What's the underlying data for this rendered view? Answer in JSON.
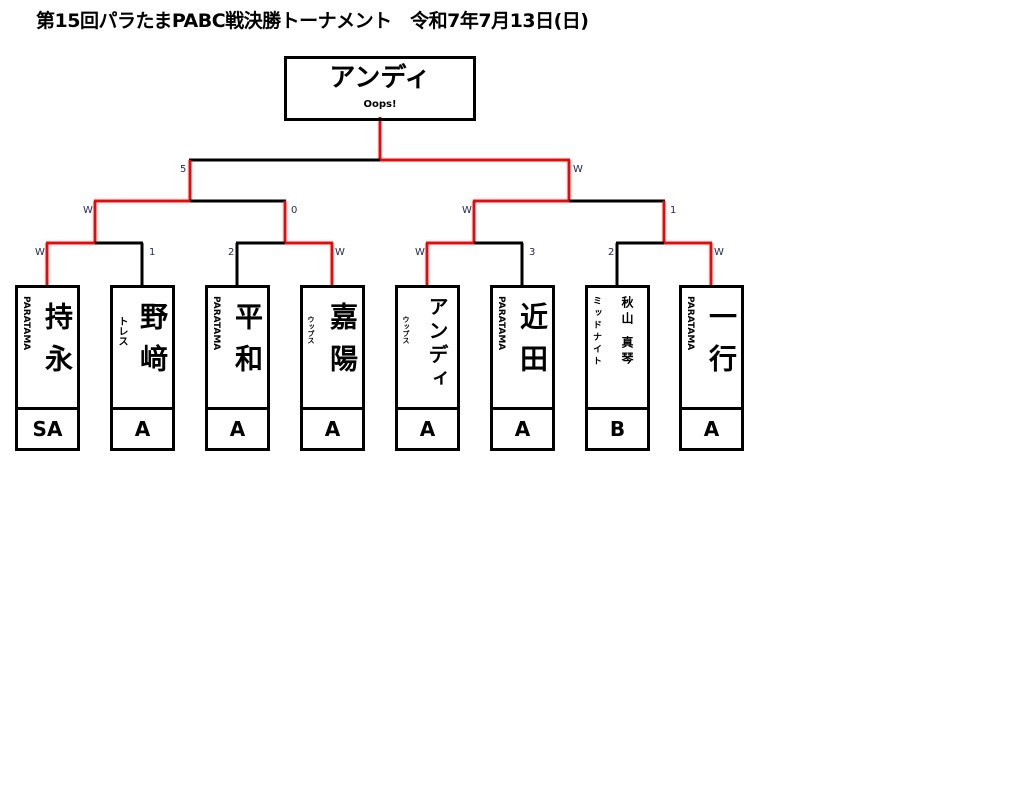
{
  "title": "第15回パラたまPABC戦決勝トーナメント　令和7年7月13日(日)",
  "champion": {
    "name": "アンディ",
    "team": "Oops!"
  },
  "colors": {
    "win": "#ff0000",
    "line": "#000000"
  },
  "players": [
    {
      "name": "持永",
      "team": "PARATAMA",
      "grade": "SA"
    },
    {
      "name": "野﨑",
      "team": "トレス",
      "grade": "A"
    },
    {
      "name": "平和",
      "team": "PARATAMA",
      "grade": "A"
    },
    {
      "name": "嘉陽",
      "team": "ウップス",
      "grade": "A"
    },
    {
      "name": "アンディ",
      "team": "ウップス",
      "grade": "A"
    },
    {
      "name": "近田",
      "team": "PARATAMA",
      "grade": "A"
    },
    {
      "name": "秋山 真琴",
      "team": "ミッドナイト",
      "grade": "B"
    },
    {
      "name": "一行",
      "team": "PARATAMA",
      "grade": "A"
    }
  ],
  "scores": {
    "r1": [
      "W",
      "1",
      "2",
      "W",
      "W",
      "3",
      "2",
      "W"
    ],
    "r2": [
      "W",
      "0",
      "W",
      "1"
    ],
    "r3": [
      "5",
      "W"
    ]
  }
}
